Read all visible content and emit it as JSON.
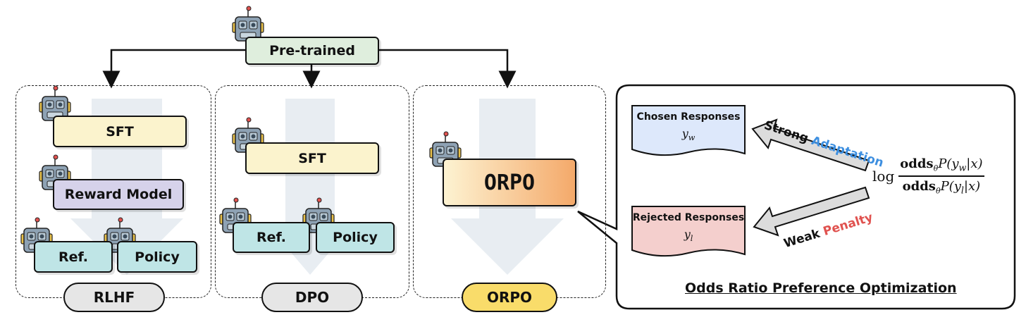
{
  "top": {
    "pretrained": "Pre-trained"
  },
  "rlhf": {
    "sft": "SFT",
    "reward": "Reward Model",
    "ref": "Ref.",
    "policy": "Policy",
    "pill": "RLHF"
  },
  "dpo": {
    "sft": "SFT",
    "ref": "Ref.",
    "policy": "Policy",
    "pill": "DPO"
  },
  "orpo": {
    "box": "ORPO",
    "pill": "ORPO"
  },
  "detail": {
    "chosen_title": "Chosen Responses",
    "chosen_var": "y_w",
    "rejected_title": "Rejected Responses",
    "rejected_var": "y_l",
    "strong": "Strong",
    "adaptation": "Adaptation",
    "weak": "Weak",
    "penalty": "Penalty",
    "log": "log",
    "odds_word": "odds",
    "theta": "θ",
    "numerator": "P(y_w|x)",
    "denominator": "P(y_l|x)",
    "footer": "Odds Ratio Preference Optimization"
  },
  "colors": {
    "pretrained": "#dfeedd",
    "sft": "#fbf3cd",
    "reward": "#d6d2ea",
    "refpolicy": "#bfe5e6",
    "orpo_pill": "#f9dc6a",
    "gray_pill": "#e6e6e6",
    "chosen": "#dde8fb",
    "rejected": "#f4cfcd",
    "adaptation": "#3d8fe0",
    "penalty": "#e0524f",
    "flow_arrow": "#e8edf2"
  }
}
